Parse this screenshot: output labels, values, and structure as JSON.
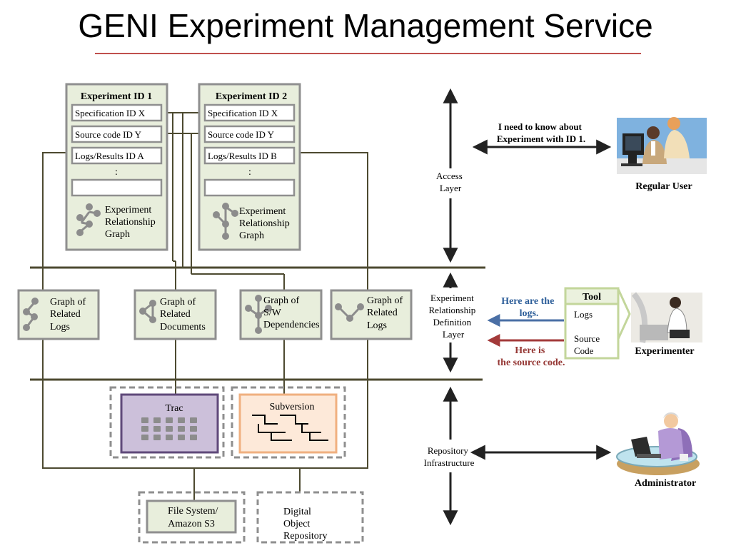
{
  "title": "GENI Experiment Management Service",
  "experiments": [
    {
      "header": "Experiment ID 1",
      "fields": [
        "Specification ID X",
        "Source code ID Y",
        "Logs/Results ID A"
      ],
      "ellipsis": ":",
      "graph_label": [
        "Experiment",
        "Relationship",
        "Graph"
      ]
    },
    {
      "header": "Experiment ID 2",
      "fields": [
        "Specification ID X",
        "Source code ID Y",
        "Logs/Results ID B"
      ],
      "ellipsis": ":",
      "graph_label": [
        "Experiment",
        "Relationship",
        "Graph"
      ]
    }
  ],
  "graphs": [
    {
      "label": [
        "Graph of",
        "Related",
        "Logs"
      ]
    },
    {
      "label": [
        "Graph of",
        "Related",
        "Documents"
      ]
    },
    {
      "label": [
        "Graph of",
        "S/W",
        "Dependencies"
      ]
    },
    {
      "label": [
        "Graph of",
        "Related",
        "Logs"
      ]
    }
  ],
  "repositories": {
    "trac": "Trac",
    "subversion": "Subversion",
    "filesystem": [
      "File System/",
      "Amazon S3"
    ],
    "digital_object": [
      "Digital",
      "Object",
      "Repository"
    ]
  },
  "layers": {
    "access": [
      "Access",
      "Layer"
    ],
    "definition": [
      "Experiment",
      "Relationship",
      "Definition",
      "Layer"
    ],
    "repository": [
      "Repository",
      "Infrastructure"
    ]
  },
  "users": {
    "regular": {
      "speech": [
        "I need to know about",
        "Experiment with ID 1."
      ],
      "name": "Regular User"
    },
    "experimenter": {
      "name": "Experimenter",
      "tool_title": "Tool",
      "tool_items": [
        "Logs",
        [
          "Source",
          "Code"
        ]
      ],
      "logs_message": [
        "Here are the",
        "logs."
      ],
      "source_message": [
        "Here is",
        "the source code."
      ]
    },
    "administrator": {
      "name": "Administrator"
    }
  },
  "colors": {
    "line": "#4d4a30",
    "box_fill": "#e8eedc",
    "box_border": "#8f8f8f",
    "node": "#8c8c8c",
    "title_rule": "#c0504d",
    "trac_fill": "#ccc0da",
    "trac_border": "#5f497a",
    "svn_fill": "#fde9d9",
    "svn_border": "#f0b080",
    "blue_msg": "#1f4e79",
    "red_msg": "#953734",
    "tool_border": "#c3d69b"
  }
}
